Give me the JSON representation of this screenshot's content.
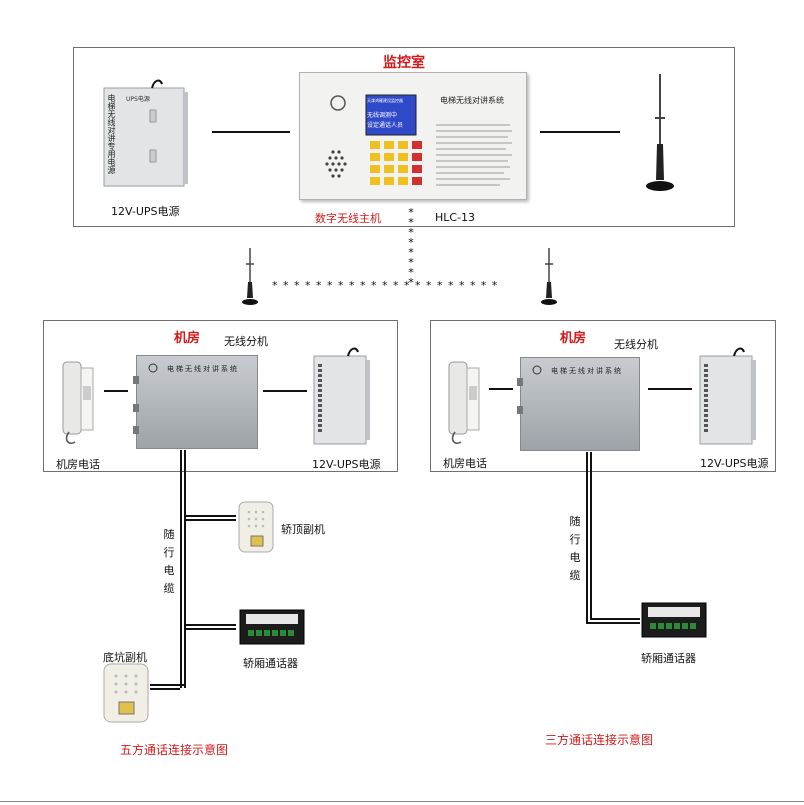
{
  "colors": {
    "accent_red": "#d21a1a",
    "frame": "#6f6f6f",
    "metal": "#a9adb2"
  },
  "control_room": {
    "title": "监控室",
    "ups_label": "12V-UPS电源",
    "ups_face_text": "UPS电源",
    "ups_side_text": "电梯无线对讲专用电源",
    "host_label": "数字无线主机",
    "host_model": "HLC-13",
    "host_face_title": "电梯无线对讲系统",
    "host_screen_lines": [
      "天津鸿雁建设监控器",
      "无线调测中",
      "设定通话人员"
    ]
  },
  "machine_room_left": {
    "title": "机房",
    "sub_unit_label": "无线分机",
    "sub_unit_face_title": "电梯无线对讲系统",
    "phone_label": "机房电话",
    "ups_label": "12V-UPS电源"
  },
  "machine_room_right": {
    "title": "机房",
    "sub_unit_label": "无线分机",
    "sub_unit_face_title": "电梯无线对讲系统",
    "phone_label": "机房电话",
    "ups_label": "12V-UPS电源"
  },
  "cable_label_chars": [
    "随",
    "行",
    "电",
    "缆"
  ],
  "left_branch": {
    "car_top_label": "轿顶副机",
    "pit_label": "底坑副机",
    "car_comm_label": "轿厢通话器",
    "caption": "五方通话连接示意图"
  },
  "right_branch": {
    "car_comm_label": "轿厢通话器",
    "caption": "三方通话连接示意图"
  },
  "wireless_dots": {
    "horizontal": "* * * * * *   * * * * * * *   * * * * * * * *",
    "vertical": [
      "*",
      "*",
      "*",
      "*",
      "*",
      "*",
      "*",
      "*"
    ]
  }
}
